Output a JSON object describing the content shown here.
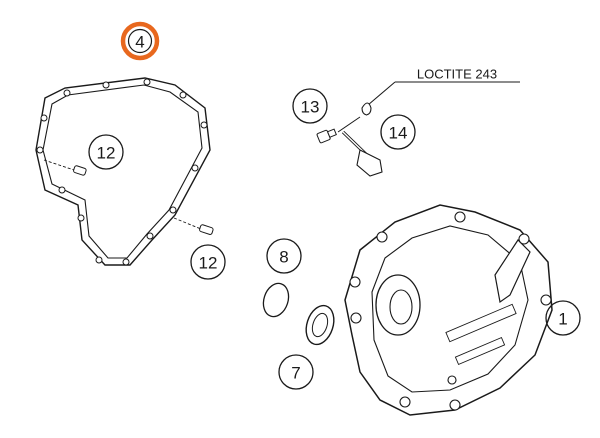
{
  "figure_ref": "4",
  "note": "LOCTITE 243",
  "parts": {
    "clutch_cover": "1",
    "o_ring": "8",
    "shaft_seal": "7",
    "gasket": "12",
    "dowel_pin": "12",
    "screw_plug": "13",
    "screw": "14"
  },
  "colors": {
    "ink": "#1a1a1a",
    "highlight": "#e8681e",
    "paper": "#ffffff"
  }
}
